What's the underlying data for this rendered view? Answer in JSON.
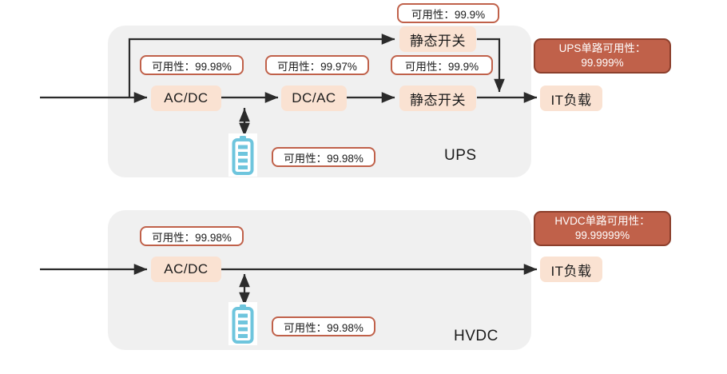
{
  "diagram": {
    "title": "UPS vs HVDC availability block diagram",
    "colors": {
      "group_bg": "#F0F0F0",
      "node_bg": "#FAE2D2",
      "accent": "#C0614A",
      "accent_dark": "#8C3F2C",
      "battery": "#6EC5DD",
      "line": "#2b2b2b",
      "page_bg": "#FFFFFF"
    }
  },
  "ups": {
    "group_label": "UPS",
    "nodes": [
      {
        "id": "ups-bypass-switch",
        "label": "静态开关"
      },
      {
        "id": "ups-acdc",
        "label": "AC/DC"
      },
      {
        "id": "ups-dcac",
        "label": "DC/AC"
      },
      {
        "id": "ups-static-switch",
        "label": "静态开关"
      },
      {
        "id": "ups-it-load",
        "label": "IT负载"
      }
    ],
    "availability_labels": [
      {
        "id": "ups-bypass-avail",
        "text": "可用性：99.9%"
      },
      {
        "id": "ups-acdc-avail",
        "text": "可用性：99.98%"
      },
      {
        "id": "ups-dcac-avail",
        "text": "可用性：99.97%"
      },
      {
        "id": "ups-static-switch-avail",
        "text": "可用性：99.9%"
      },
      {
        "id": "ups-battery-avail",
        "text": "可用性：99.98%"
      }
    ],
    "badge": {
      "line1": "UPS单路可用性：",
      "line2": "99.999%"
    },
    "battery_icon": "battery-icon"
  },
  "hvdc": {
    "group_label": "HVDC",
    "nodes": [
      {
        "id": "hvdc-acdc",
        "label": "AC/DC"
      },
      {
        "id": "hvdc-it-load",
        "label": "IT负载"
      }
    ],
    "availability_labels": [
      {
        "id": "hvdc-acdc-avail",
        "text": "可用性：99.98%"
      },
      {
        "id": "hvdc-battery-avail",
        "text": "可用性：99.98%"
      }
    ],
    "badge": {
      "line1": "HVDC单路可用性：",
      "line2": "99.99999%"
    },
    "battery_icon": "battery-icon"
  }
}
